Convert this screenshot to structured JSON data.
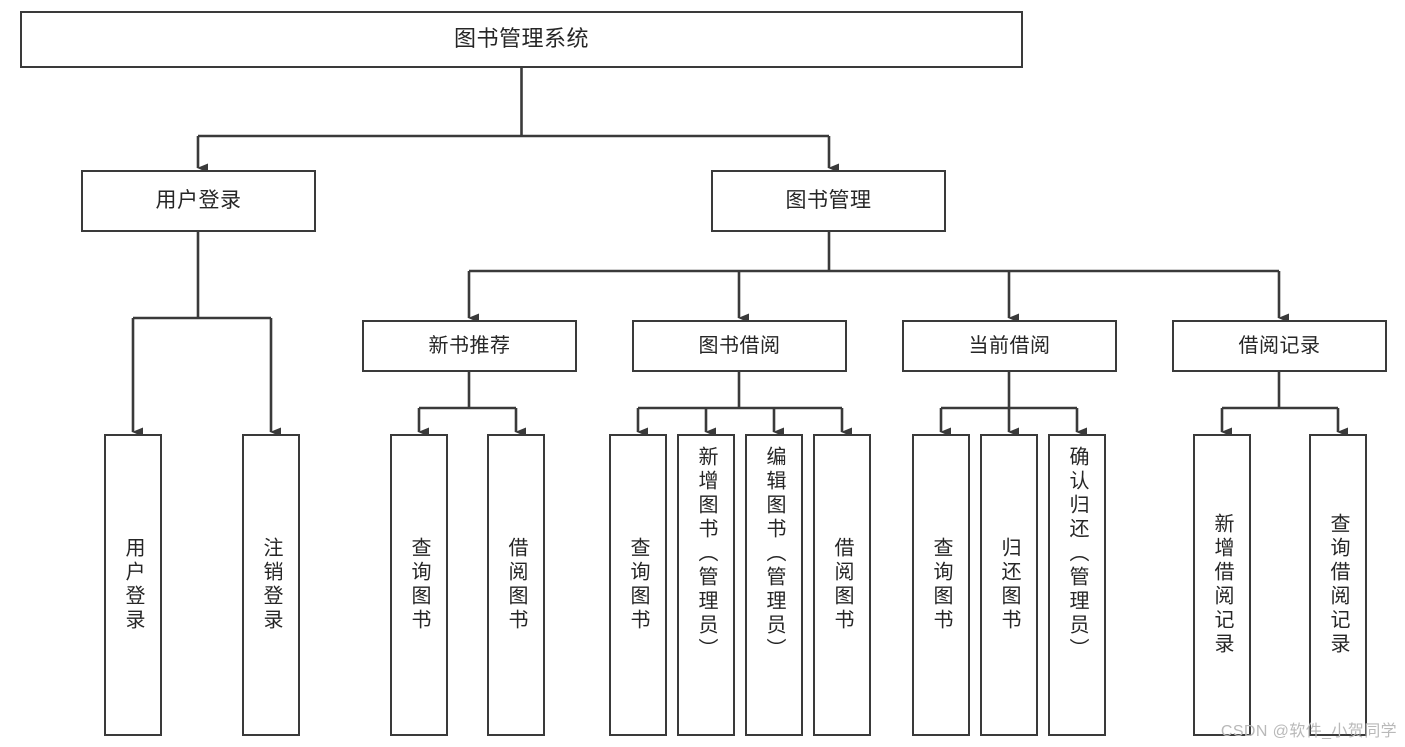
{
  "diagram": {
    "type": "tree",
    "title": "图书管理系统",
    "orientation": "top-down",
    "colors": {
      "box_border": "#3a3a3a",
      "box_fill": "#ffffff",
      "connector": "#3a3a3a",
      "text": "#262626",
      "watermark": "#b9b9b9",
      "background": "#ffffff"
    },
    "root": {
      "label": "图书管理系统"
    },
    "level2": [
      {
        "label": "用户登录"
      },
      {
        "label": "图书管理"
      }
    ],
    "level3": [
      {
        "label": "新书推荐"
      },
      {
        "label": "图书借阅"
      },
      {
        "label": "当前借阅"
      },
      {
        "label": "借阅记录"
      }
    ],
    "leaves": {
      "user_login": [
        {
          "label": "用户登录"
        },
        {
          "label": "注销登录"
        }
      ],
      "new_book": [
        {
          "label": "查询图书"
        },
        {
          "label": "借阅图书"
        }
      ],
      "book_borrow": [
        {
          "label": "查询图书"
        },
        {
          "label": "新增图书（管理员）"
        },
        {
          "label": "编辑图书（管理员）"
        },
        {
          "label": "借阅图书"
        }
      ],
      "current_borrow": [
        {
          "label": "查询图书"
        },
        {
          "label": "归还图书"
        },
        {
          "label": "确认归还（管理员）"
        }
      ],
      "borrow_record": [
        {
          "label": "新增借阅记录"
        },
        {
          "label": "查询借阅记录"
        }
      ]
    }
  },
  "watermark": {
    "text": "CSDN @软件_小贺同学"
  }
}
